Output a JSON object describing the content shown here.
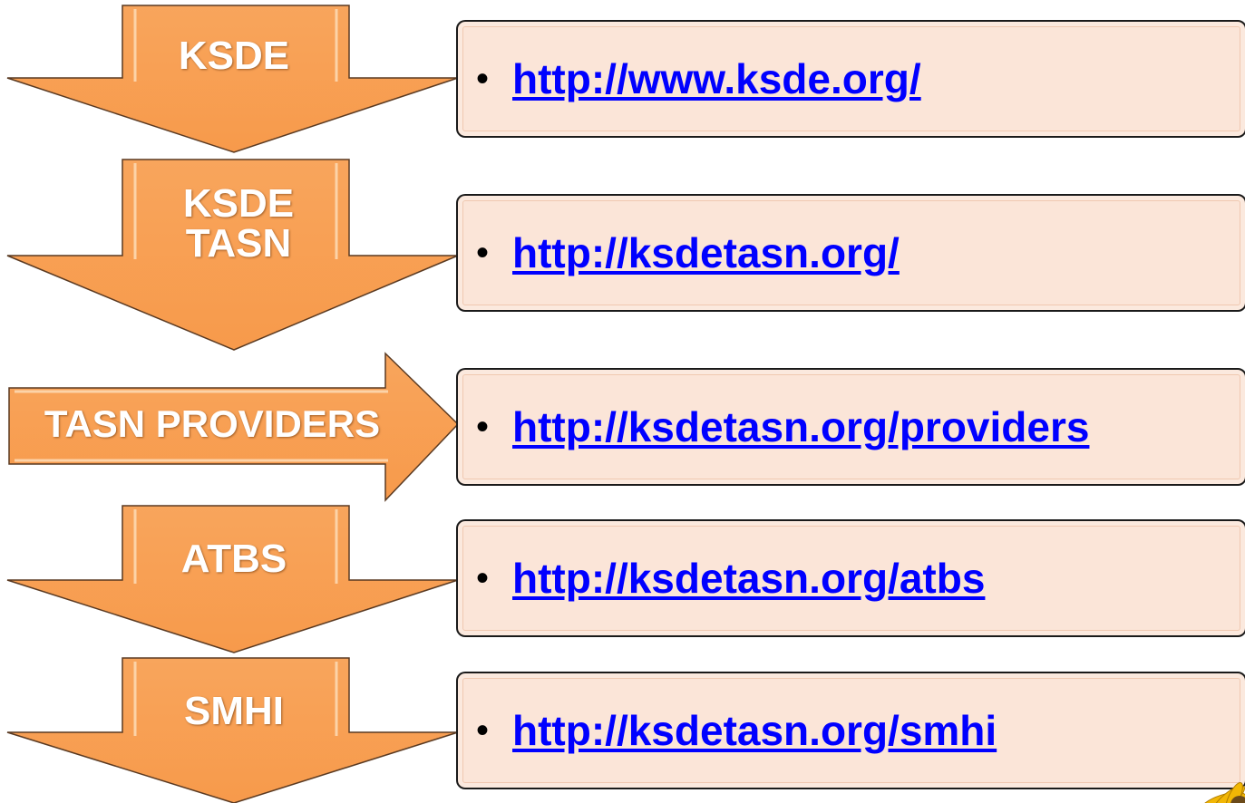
{
  "colors": {
    "arrow_fill": "#f79a4b",
    "arrow_stroke": "#5a3a22",
    "box_fill": "#fbe5d8",
    "link_color": "#0000ff"
  },
  "rows": [
    {
      "label_lines": [
        "KSDE"
      ],
      "bullet": "•",
      "link": "http://www.ksde.org/",
      "arrow": "down"
    },
    {
      "label_lines": [
        "KSDE",
        "TASN"
      ],
      "bullet": "•",
      "link": "http://ksdetasn.org/",
      "arrow": "down"
    },
    {
      "label_lines": [
        "TASN PROVIDERS"
      ],
      "bullet": "•",
      "link": "http://ksdetasn.org/providers",
      "arrow": "right"
    },
    {
      "label_lines": [
        "ATBS"
      ],
      "bullet": "•",
      "link": "http://ksdetasn.org/atbs",
      "arrow": "down"
    },
    {
      "label_lines": [
        "SMHI"
      ],
      "bullet": "•",
      "link": "http://ksdetasn.org/smhi",
      "arrow": "down"
    }
  ],
  "decoration": {
    "icon": "sunflower-icon"
  }
}
